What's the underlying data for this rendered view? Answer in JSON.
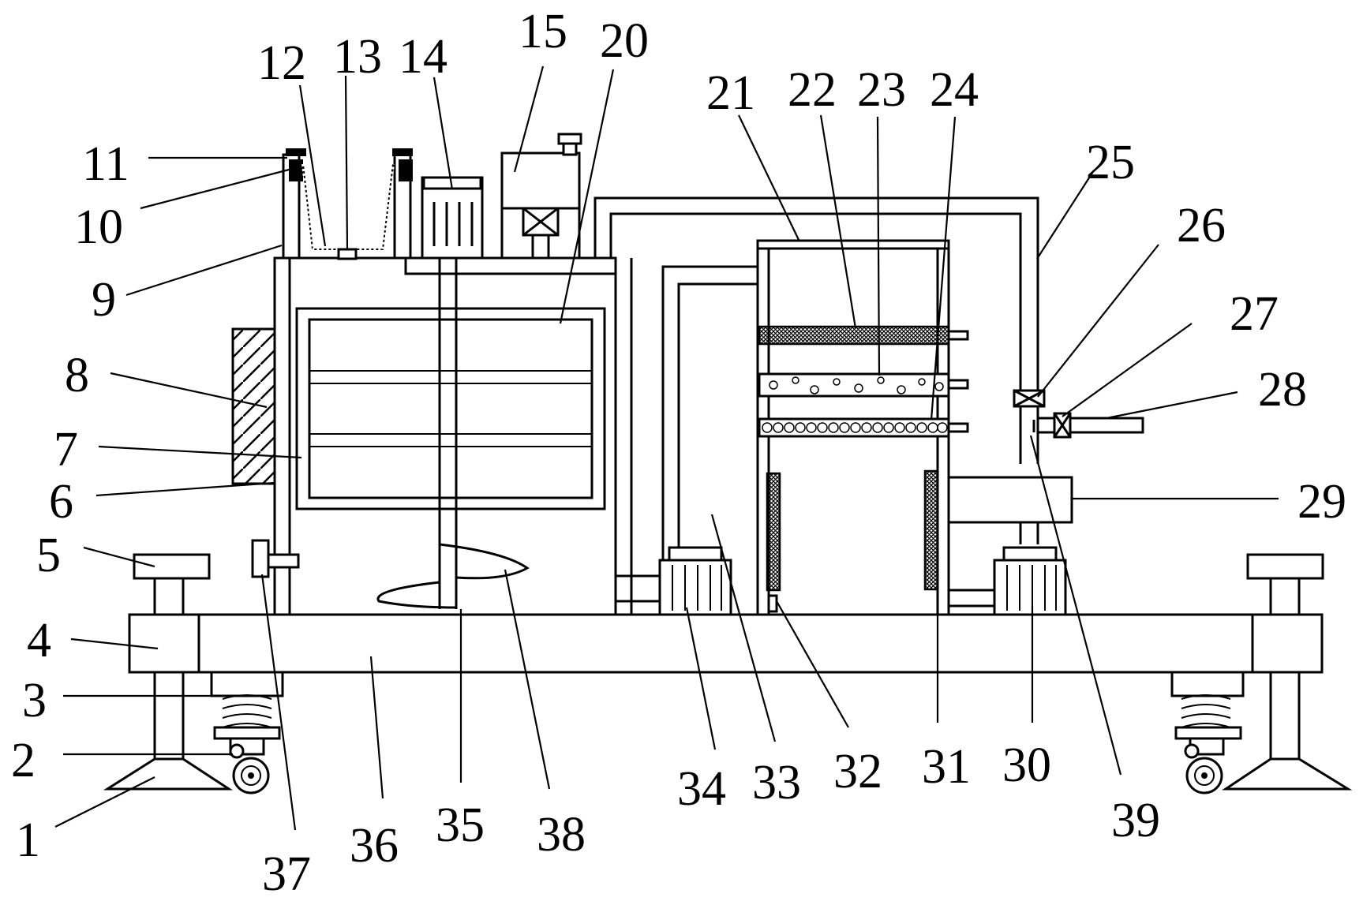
{
  "labels": [
    {
      "id": "1",
      "text": "1"
    },
    {
      "id": "2",
      "text": "2"
    },
    {
      "id": "3",
      "text": "3"
    },
    {
      "id": "4",
      "text": "4"
    },
    {
      "id": "5",
      "text": "5"
    },
    {
      "id": "6",
      "text": "6"
    },
    {
      "id": "7",
      "text": "7"
    },
    {
      "id": "8",
      "text": "8"
    },
    {
      "id": "9",
      "text": "9"
    },
    {
      "id": "10",
      "text": "10"
    },
    {
      "id": "11",
      "text": "11"
    },
    {
      "id": "12",
      "text": "12"
    },
    {
      "id": "13",
      "text": "13"
    },
    {
      "id": "14",
      "text": "14"
    },
    {
      "id": "15",
      "text": "15"
    },
    {
      "id": "20",
      "text": "20"
    },
    {
      "id": "21",
      "text": "21"
    },
    {
      "id": "22",
      "text": "22"
    },
    {
      "id": "23",
      "text": "23"
    },
    {
      "id": "24",
      "text": "24"
    },
    {
      "id": "25",
      "text": "25"
    },
    {
      "id": "26",
      "text": "26"
    },
    {
      "id": "27",
      "text": "27"
    },
    {
      "id": "28",
      "text": "28"
    },
    {
      "id": "29",
      "text": "29"
    },
    {
      "id": "30",
      "text": "30"
    },
    {
      "id": "31",
      "text": "31"
    },
    {
      "id": "32",
      "text": "32"
    },
    {
      "id": "33",
      "text": "33"
    },
    {
      "id": "34",
      "text": "34"
    },
    {
      "id": "35",
      "text": "35"
    },
    {
      "id": "36",
      "text": "36"
    },
    {
      "id": "37",
      "text": "37"
    },
    {
      "id": "38",
      "text": "38"
    },
    {
      "id": "39",
      "text": "39"
    }
  ],
  "colors": {
    "line": "#000000",
    "background": "#ffffff"
  }
}
